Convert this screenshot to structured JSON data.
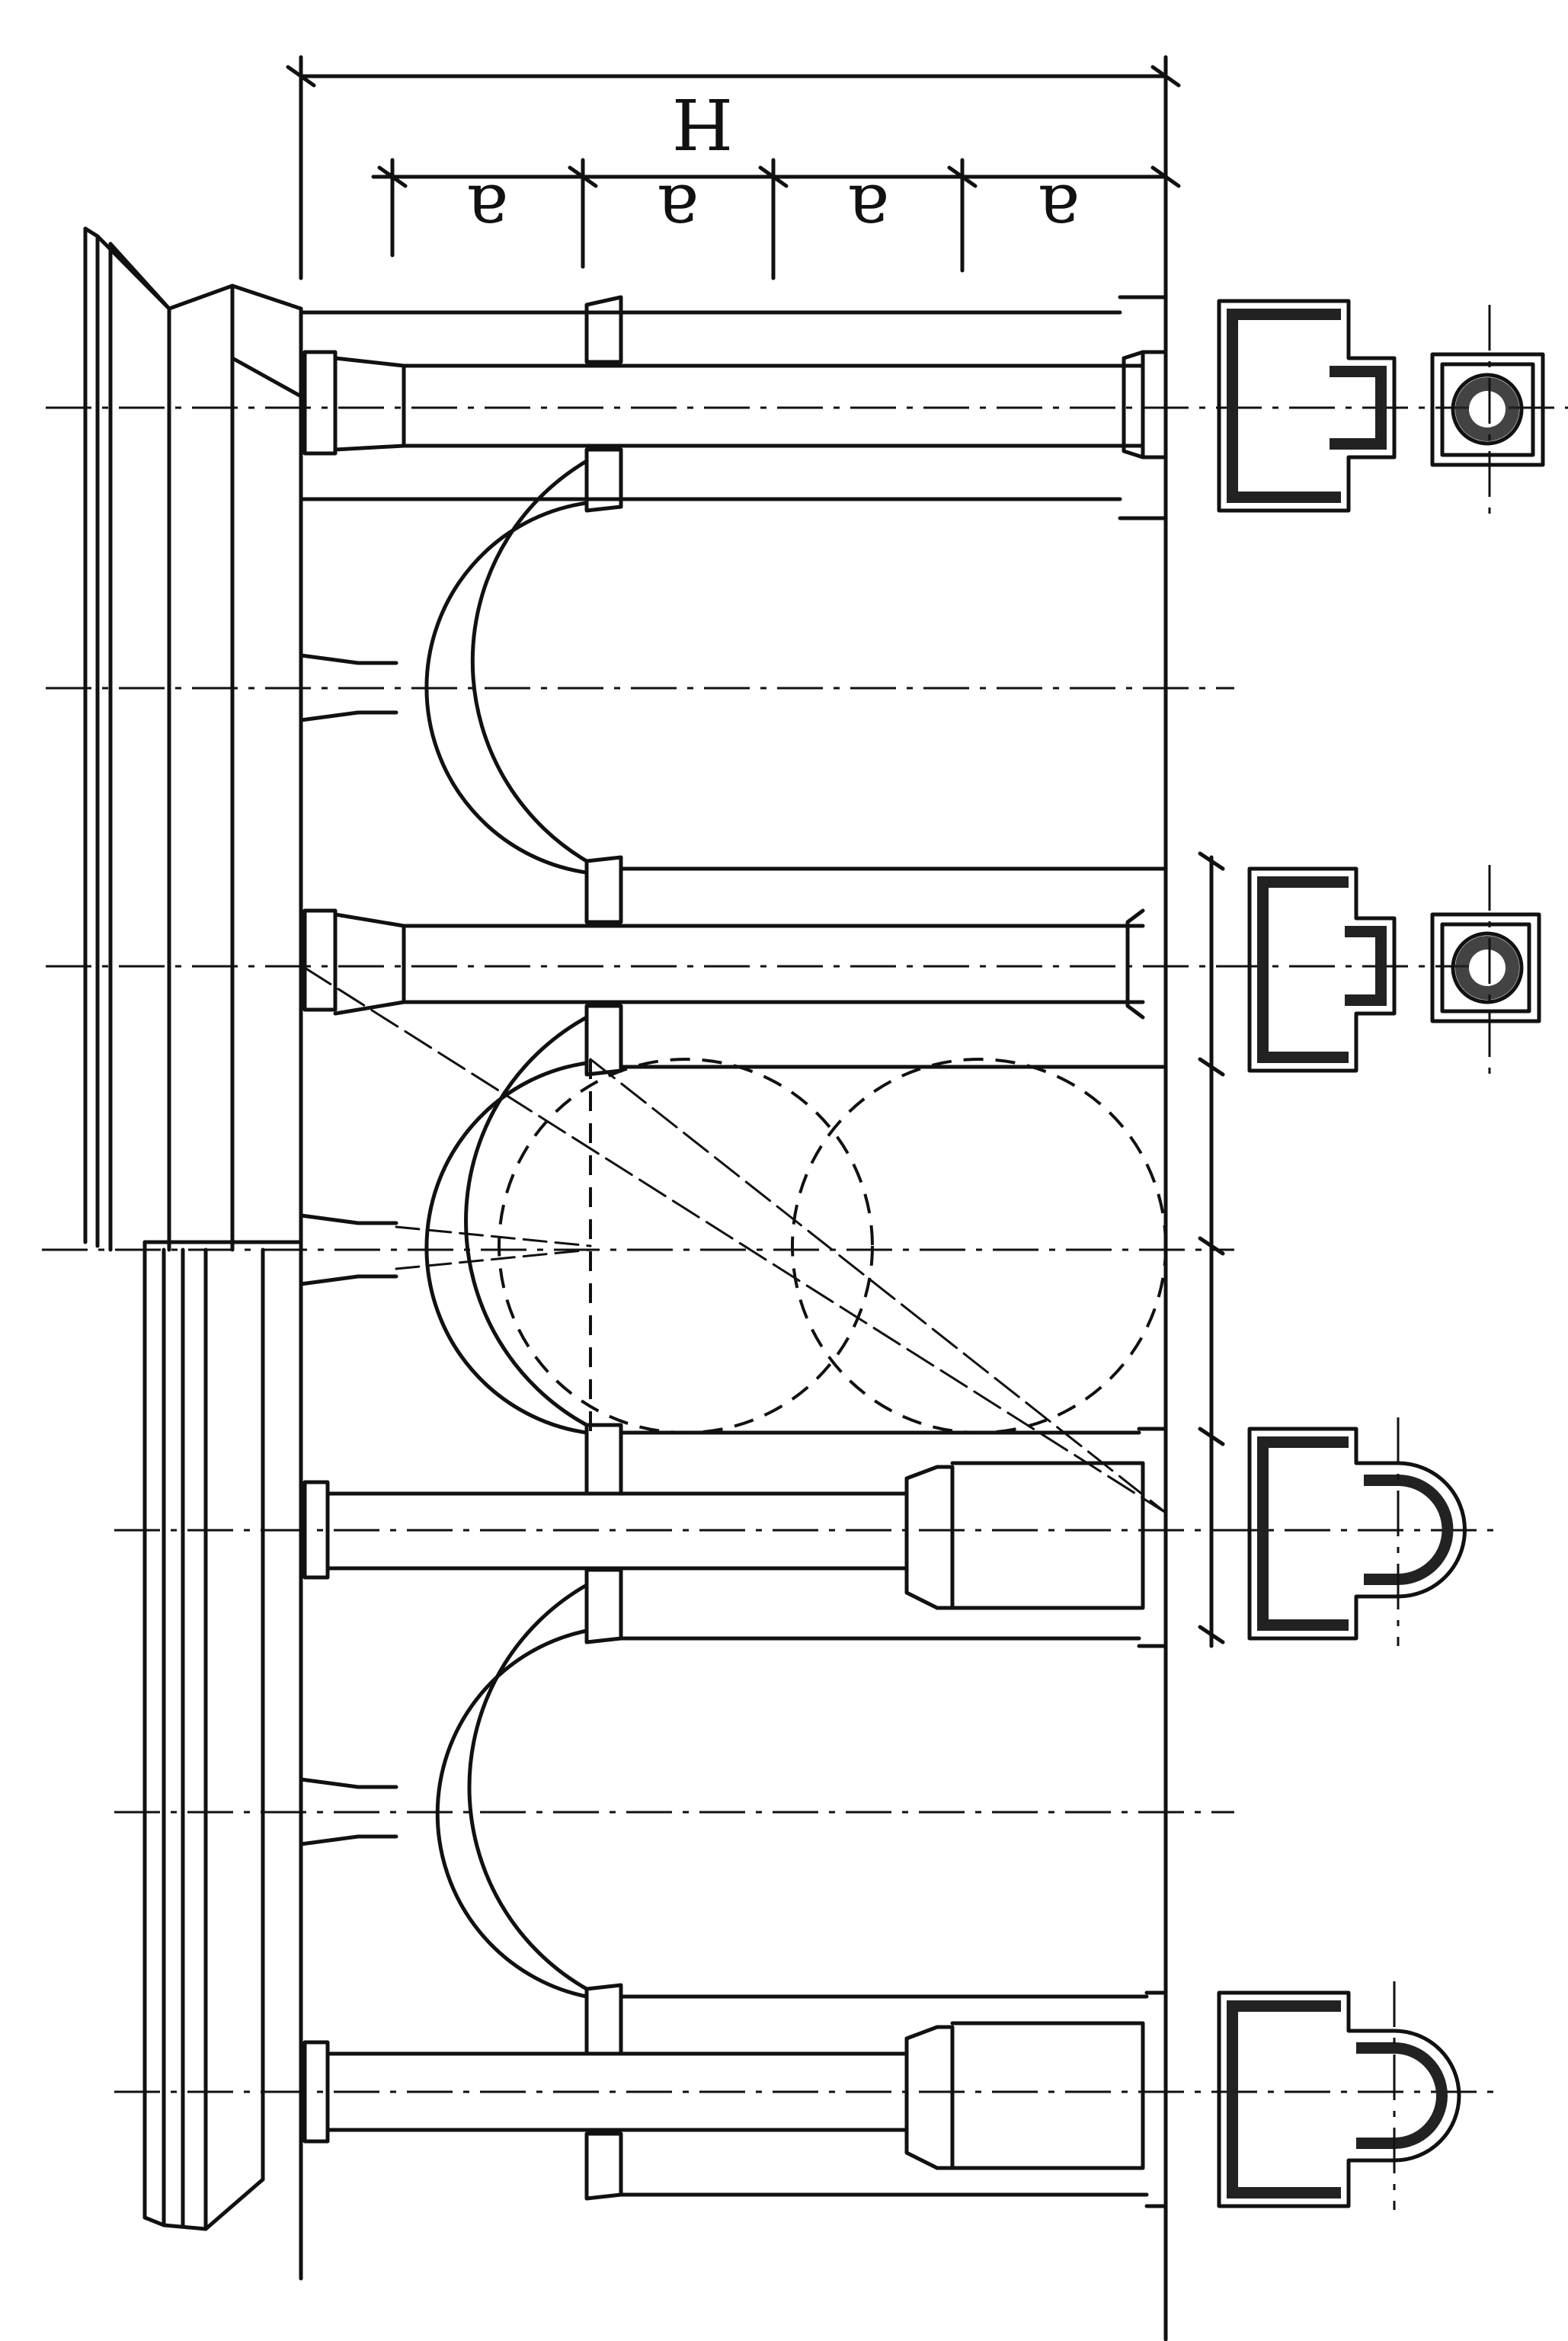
{
  "diagram": {
    "dimension_total": "H",
    "dimension_parts": [
      "a",
      "a",
      "a",
      "a"
    ],
    "ink_color": "#111111",
    "paper_color": "#ffffff"
  }
}
